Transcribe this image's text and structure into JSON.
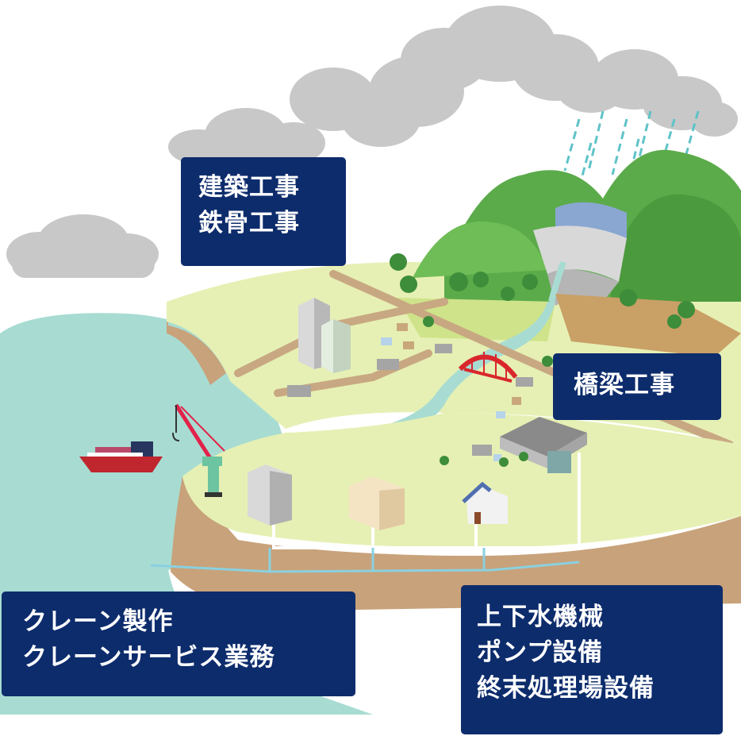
{
  "labels": {
    "building": {
      "lines": [
        "建築工事",
        "鉄骨工事"
      ]
    },
    "bridge": {
      "lines": [
        "橋梁工事"
      ]
    },
    "crane": {
      "lines": [
        "クレーン製作",
        "クレーンサービス業務"
      ]
    },
    "water": {
      "lines": [
        "上下水機械",
        "ポンプ設備",
        "終末処理場設備"
      ]
    }
  },
  "colors": {
    "label_background": "#0d2c6c",
    "label_text": "#ffffff",
    "land": "#e6f0b4",
    "cliff": "#c8a27a",
    "water": "#a8dcd2",
    "mountain": "#5bab4a",
    "cloud": "#c8c8c8",
    "bridge": "#d9262c",
    "pipe": "#ffffff"
  },
  "icons": [
    "cloud-icon",
    "rain-icon",
    "dam-icon",
    "ship-icon",
    "crane-icon",
    "bridge-icon",
    "office-building-icon",
    "house-icon",
    "factory-icon",
    "tree-icon"
  ]
}
